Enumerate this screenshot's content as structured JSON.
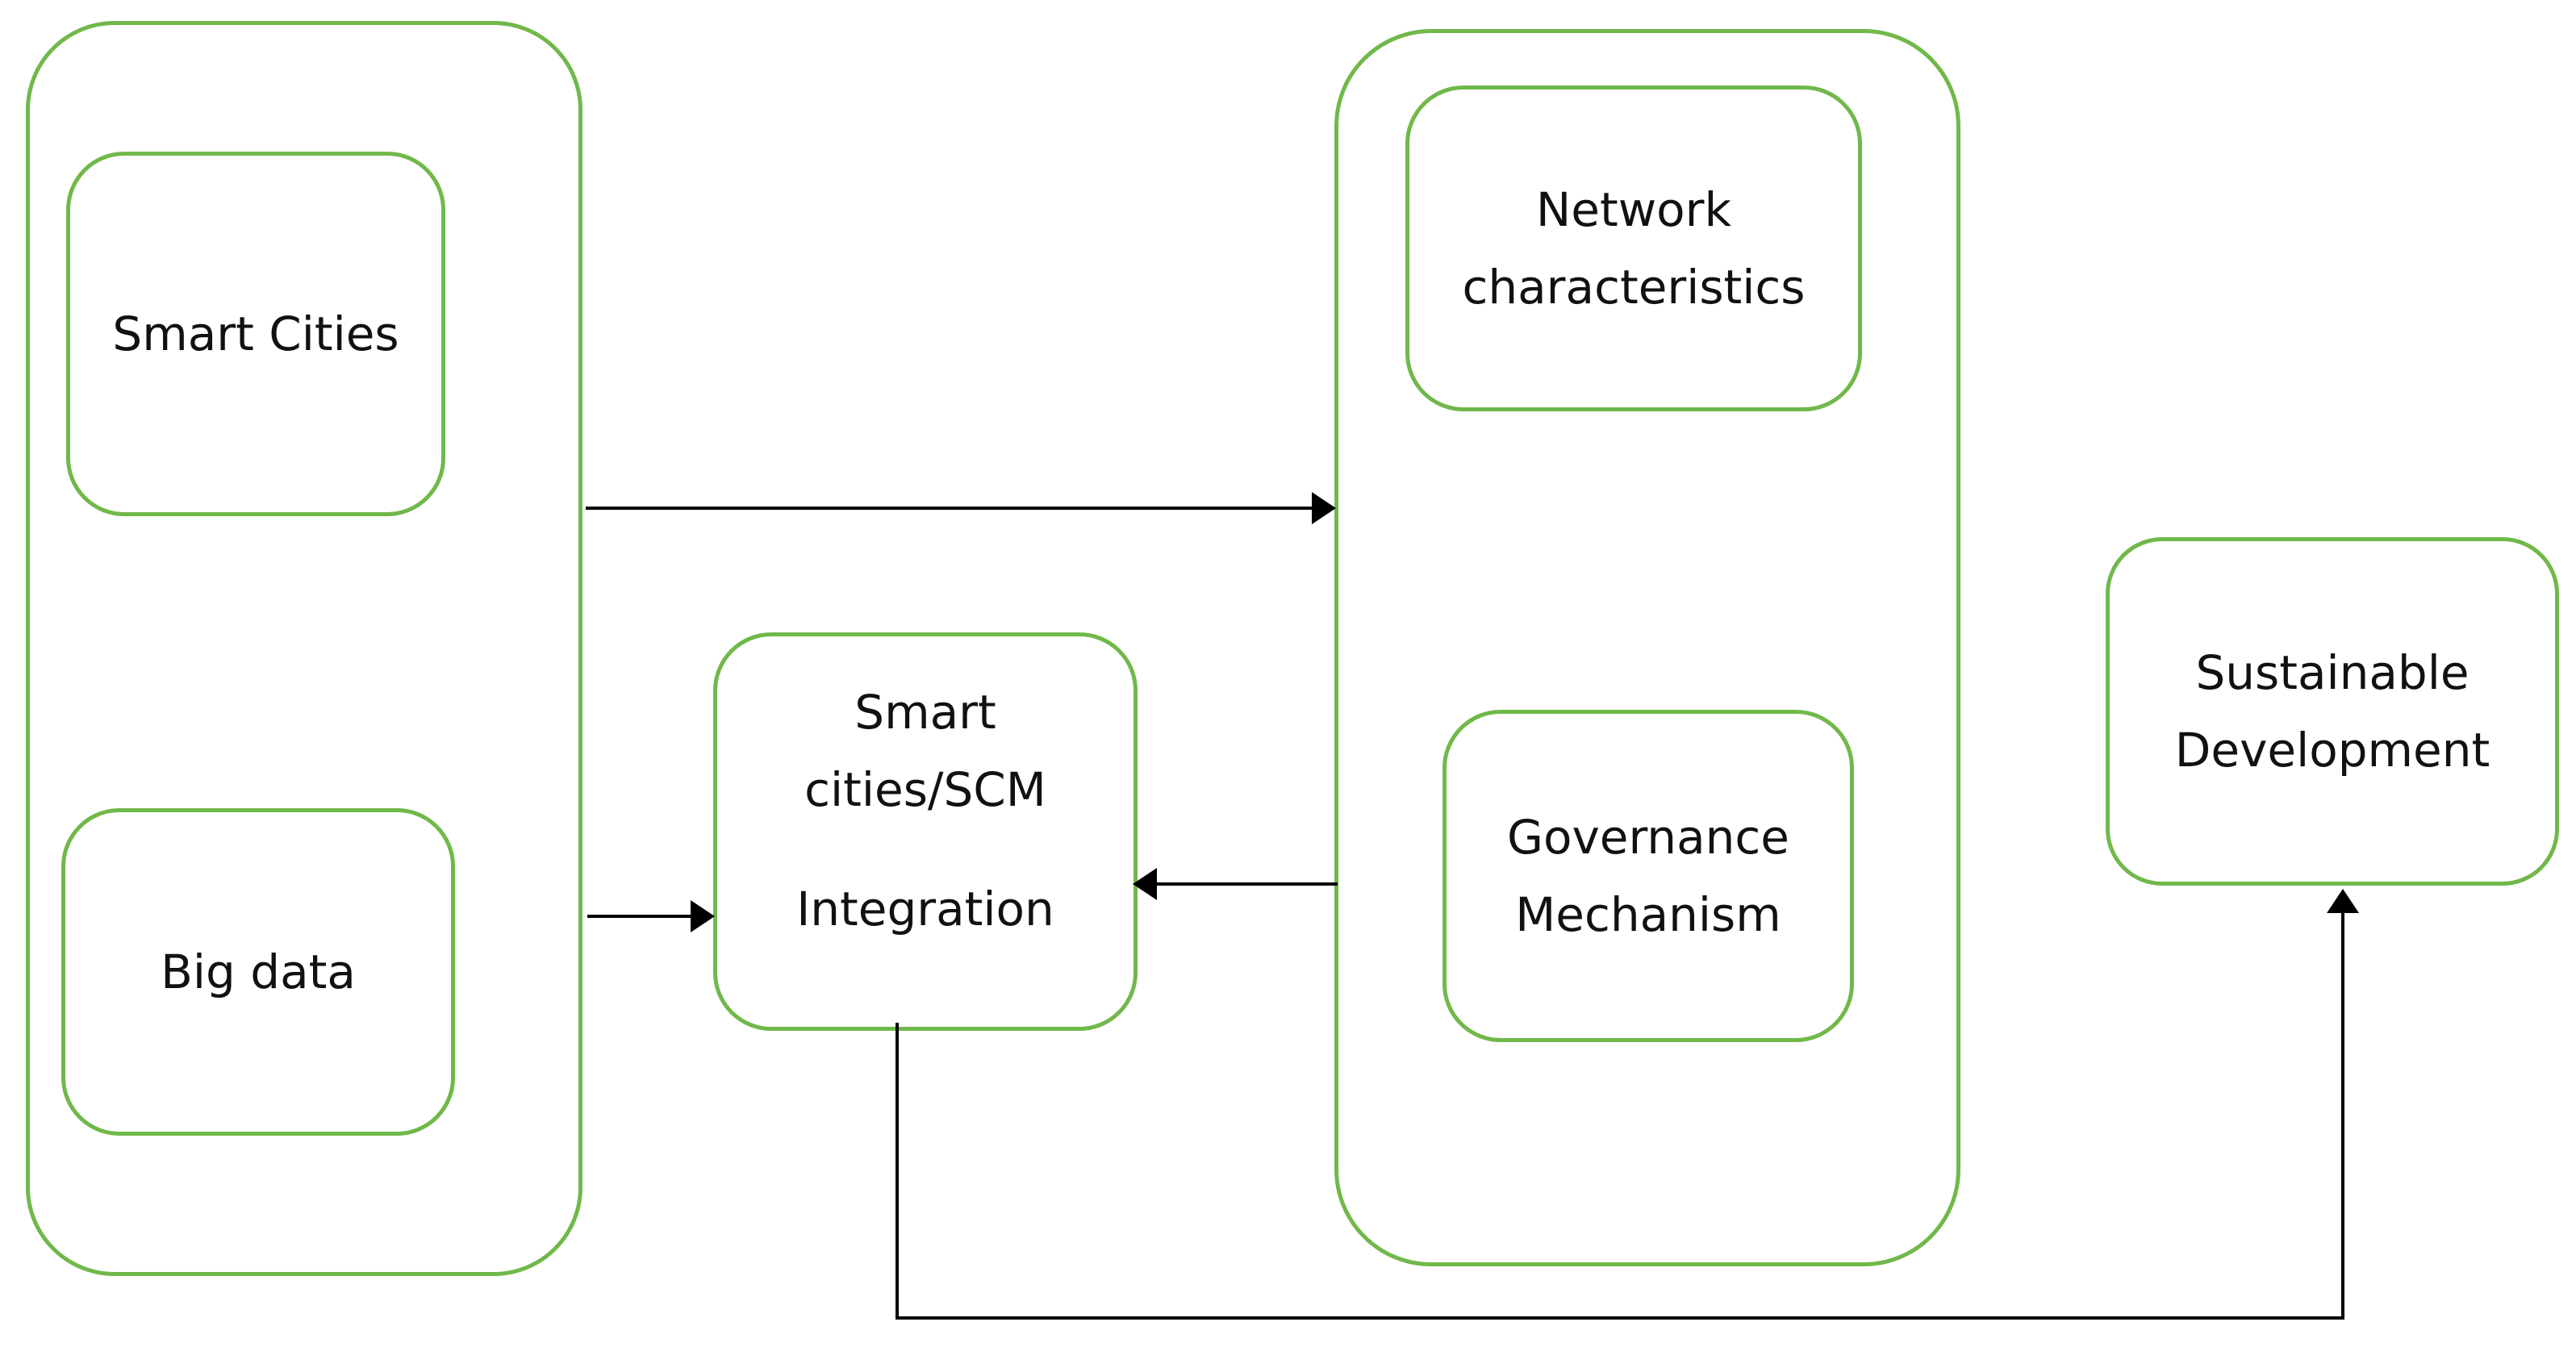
{
  "diagram": {
    "nodes": {
      "smart_cities": "Smart Cities",
      "big_data": "Big data",
      "integration_line1": "Smart",
      "integration_line2": "cities/SCM",
      "integration_line3": "Integration",
      "network_line1": "Network",
      "network_line2": "characteristics",
      "governance_line1": "Governance",
      "governance_line2": "Mechanism",
      "sustainable_line1": "Sustainable",
      "sustainable_line2": "Development"
    },
    "colors": {
      "box_border": "#70b84a",
      "connector": "#000000",
      "text": "#111111"
    }
  }
}
